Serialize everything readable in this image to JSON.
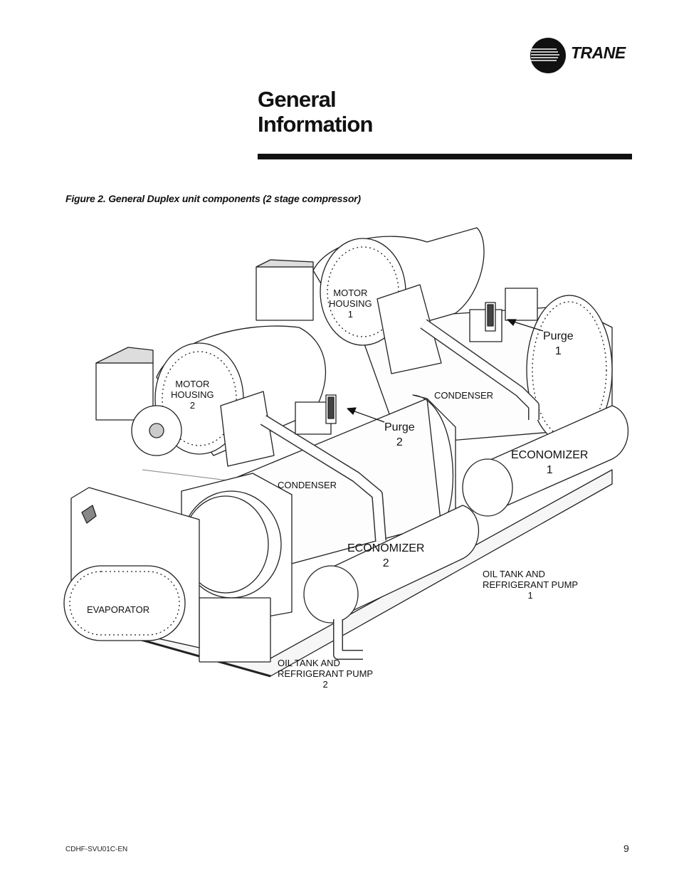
{
  "brand": {
    "name": "TRANE"
  },
  "header": {
    "title_line1": "General",
    "title_line2": "Information"
  },
  "figure": {
    "caption": "Figure 2. General Duplex unit components (2 stage compressor)",
    "labels": {
      "motor_housing_1": {
        "line1": "MOTOR",
        "line2": "HOUSING",
        "line3": "1"
      },
      "motor_housing_2": {
        "line1": "MOTOR",
        "line2": "HOUSING",
        "line3": "2"
      },
      "purge_1": {
        "line1": "Purge",
        "line2": "1"
      },
      "purge_2": {
        "line1": "Purge",
        "line2": "2"
      },
      "condenser_upper": "CONDENSER",
      "condenser_lower": "CONDENSER",
      "economizer_1": {
        "line1": "ECONOMIZER",
        "line2": "1"
      },
      "economizer_2": {
        "line1": "ECONOMIZER",
        "line2": "2"
      },
      "oil_tank_1": {
        "line1": "OIL  TANK  AND",
        "line2": "REFRIGERANT  PUMP",
        "line3": "1"
      },
      "oil_tank_2": {
        "line1": "OIL  TANK  AND",
        "line2": "REFRIGERANT  PUMP",
        "line3": "2"
      },
      "evaporator": "EVAPORATOR"
    }
  },
  "footer": {
    "doc_id": "CDHF-SVU01C-EN",
    "page_number": "9"
  }
}
